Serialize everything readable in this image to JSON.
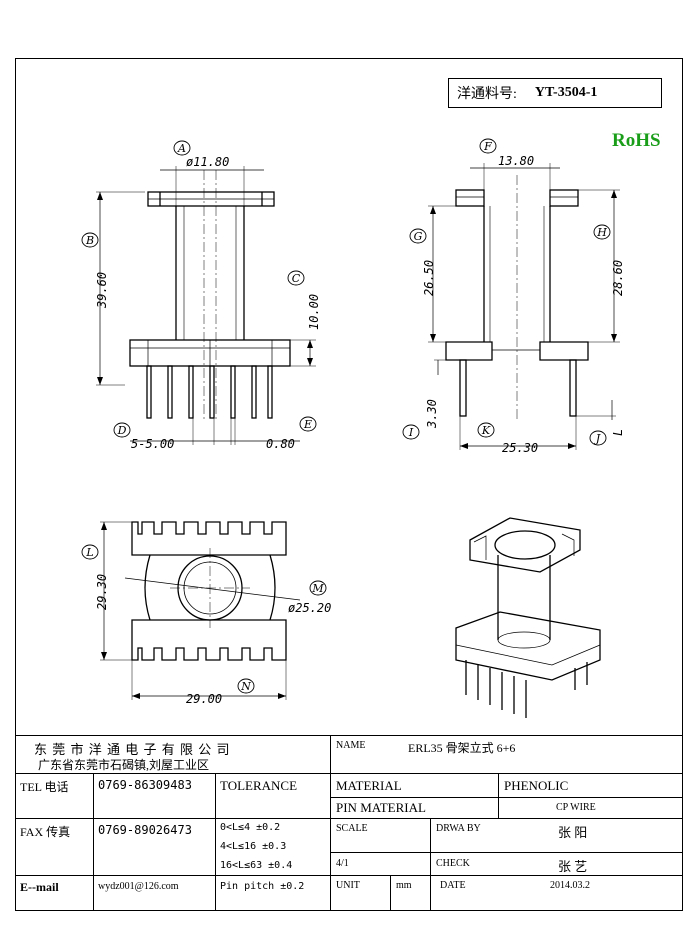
{
  "part_number": {
    "label": "洋通料号:",
    "value": "YT-3504-1"
  },
  "rohs": "RoHS",
  "dimensions": {
    "front_view": {
      "A": "ø11.80",
      "B": "39.60",
      "C": "10.00",
      "D": "5-5.00",
      "E": "0.80"
    },
    "side_view": {
      "F": "13.80",
      "G": "26.50",
      "H": "28.60",
      "I": "3.30",
      "J": "L",
      "K": "25.30"
    },
    "top_view": {
      "L": "29.30",
      "M": "ø25.20",
      "N": "29.00"
    }
  },
  "circle_letters": [
    "A",
    "B",
    "C",
    "D",
    "E",
    "F",
    "G",
    "H",
    "I",
    "J",
    "K",
    "L",
    "M",
    "N"
  ],
  "title_block": {
    "company": "东 莞 市 洋 通 电 子 有 限 公 司",
    "address": "广东省东莞市石碣镇,刘屋工业区",
    "tel_label": "TEL 电话",
    "tel_value": "0769-86309483",
    "fax_label": "FAX 传真",
    "fax_value": "0769-89026473",
    "email_label": "E--mail",
    "email_value": "wydz001@126.com",
    "tolerance_label": "TOLERANCE",
    "tolerance_rows": [
      "0<L≤4   ±0.2",
      "4<L≤16  ±0.3",
      "16<L≤63 ±0.4",
      "Pin pitch ±0.2"
    ],
    "name_label": "NAME",
    "name_value": "ERL35 骨架立式 6+6",
    "material_label": "MATERIAL",
    "material_value": "PHENOLIC",
    "pin_material_label": "PIN MATERIAL",
    "pin_material_value": "CP WIRE",
    "scale_label": "SCALE",
    "scale_value": "4/1",
    "drawby_label": "DRWA BY",
    "drawby_value": "张 阳",
    "check_label": "CHECK",
    "check_value": "张 艺",
    "unit_label": "UNIT",
    "unit_value": "mm",
    "date_label": "DATE",
    "date_value": "2014.03.2"
  }
}
